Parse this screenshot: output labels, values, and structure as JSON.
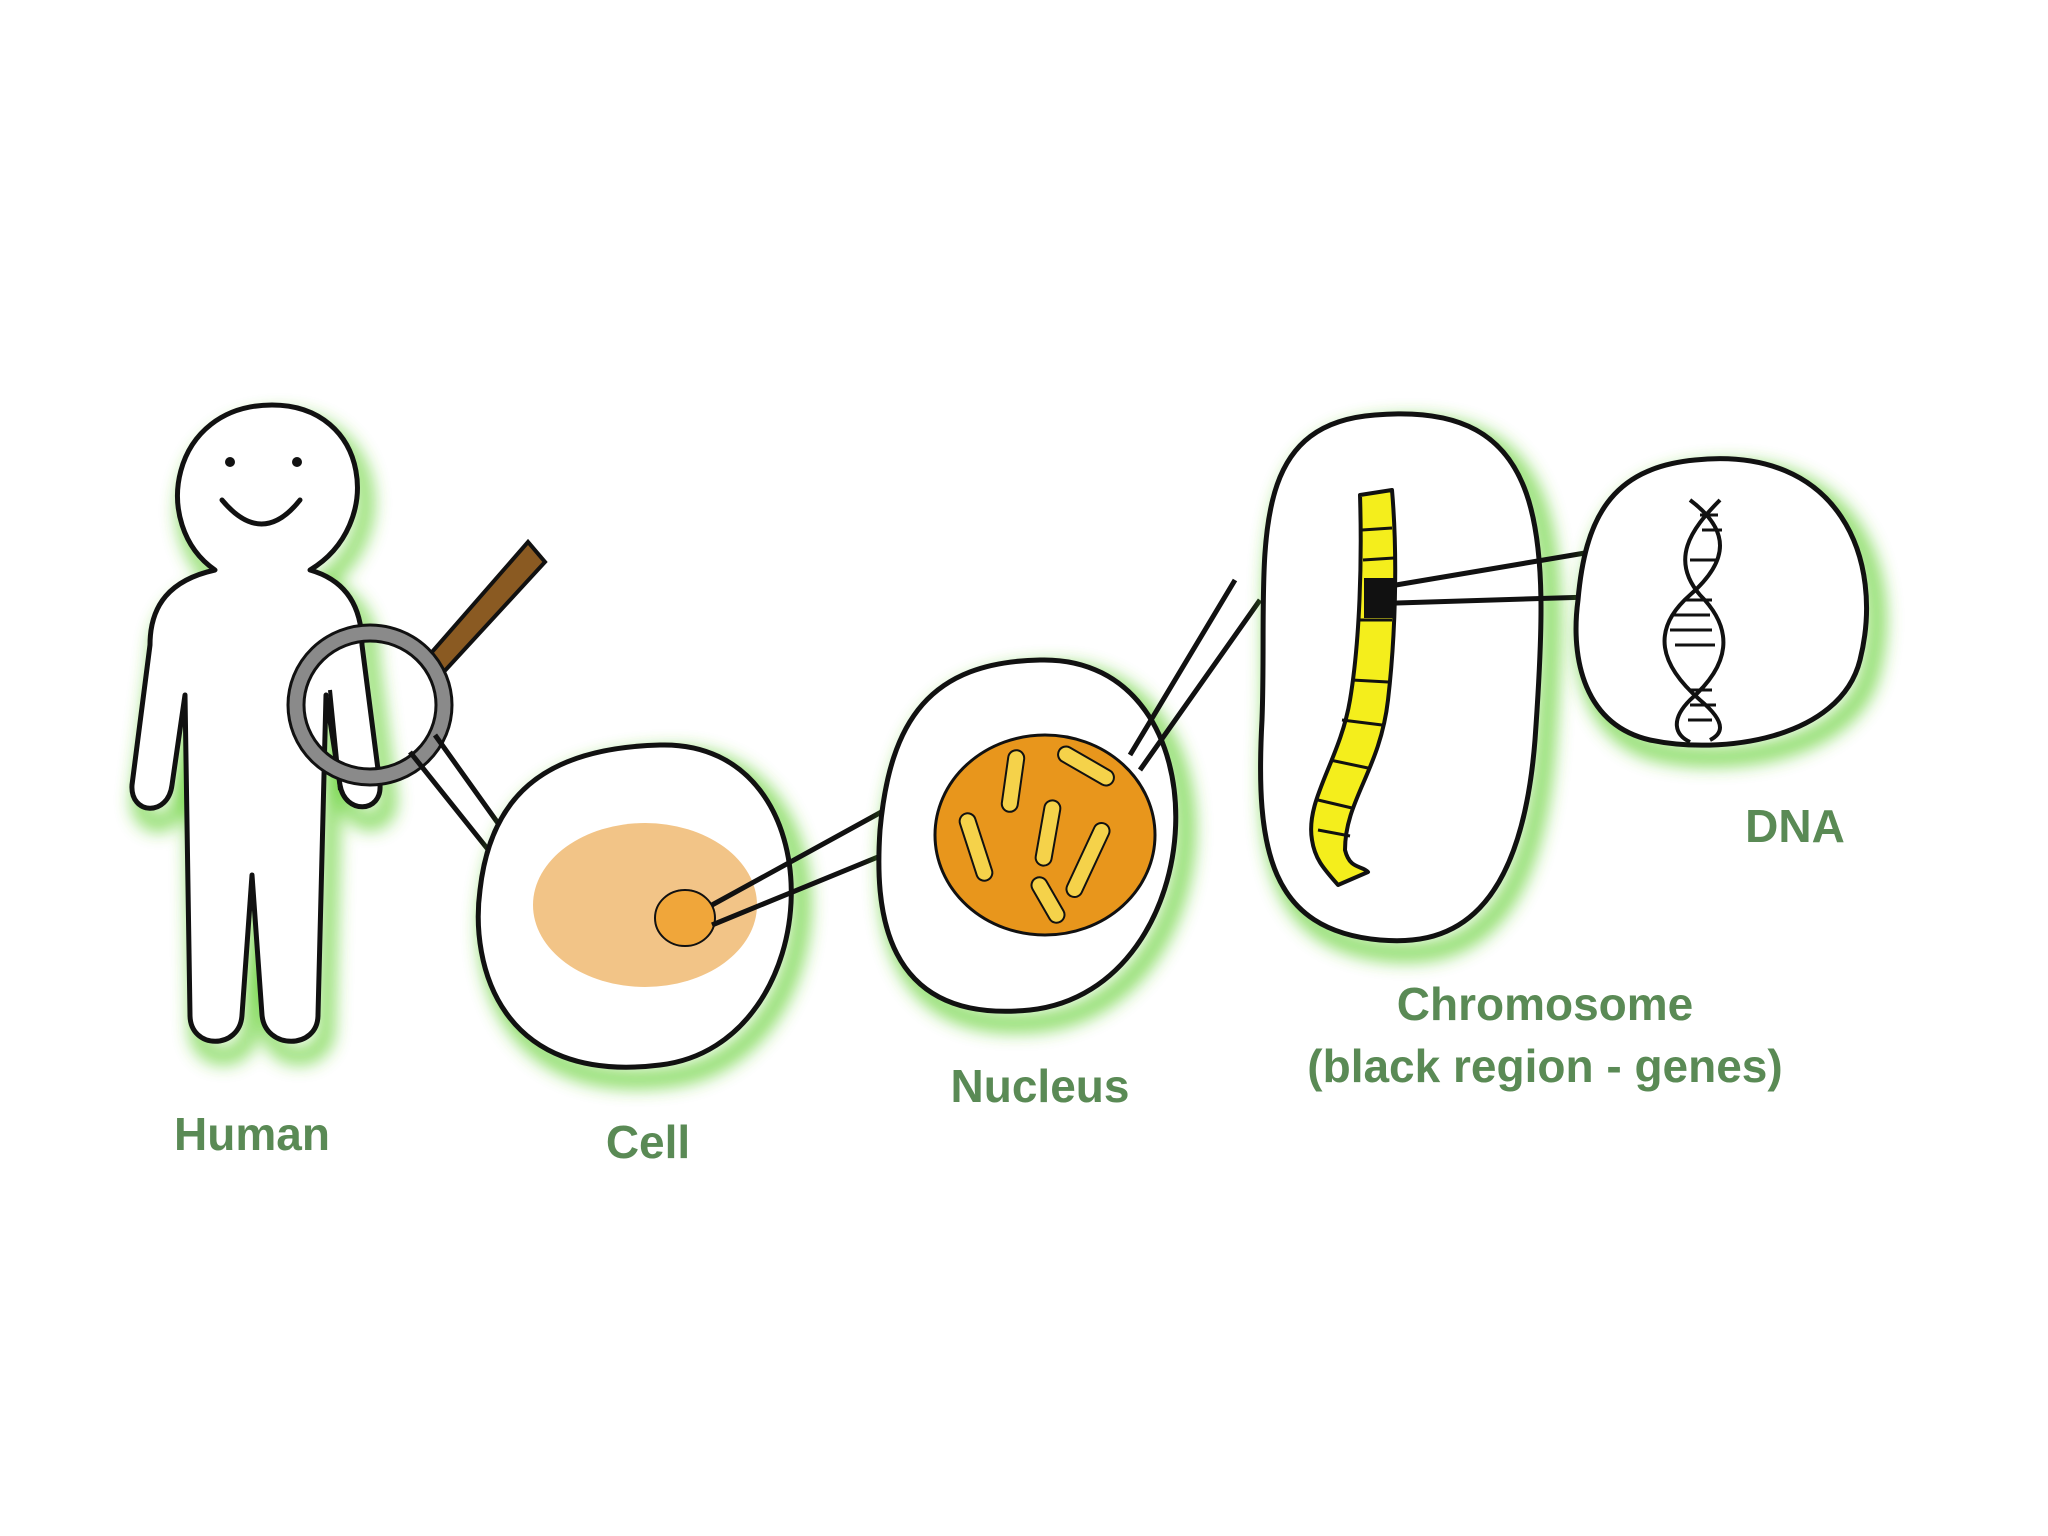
{
  "labels": {
    "human": "Human",
    "cell": "Cell",
    "nucleus": "Nucleus",
    "chromosome_line1": "Chromosome",
    "chromosome_line2": "(black region - genes)",
    "dna": "DNA"
  },
  "colors": {
    "label_green": "#5a8a55",
    "glow_green": "#5fcf2a",
    "outline": "#111111",
    "cytoplasm": "#f2c487",
    "cell_nucleus": "#f0a63a",
    "nucleus_fill": "#e8961c",
    "chromatin": "#f5d24a",
    "chromosome_yellow": "#f4ee1c",
    "gene_black": "#111111",
    "magnifier_handle": "#8a5a22",
    "magnifier_ring": "#8a8a8a"
  }
}
